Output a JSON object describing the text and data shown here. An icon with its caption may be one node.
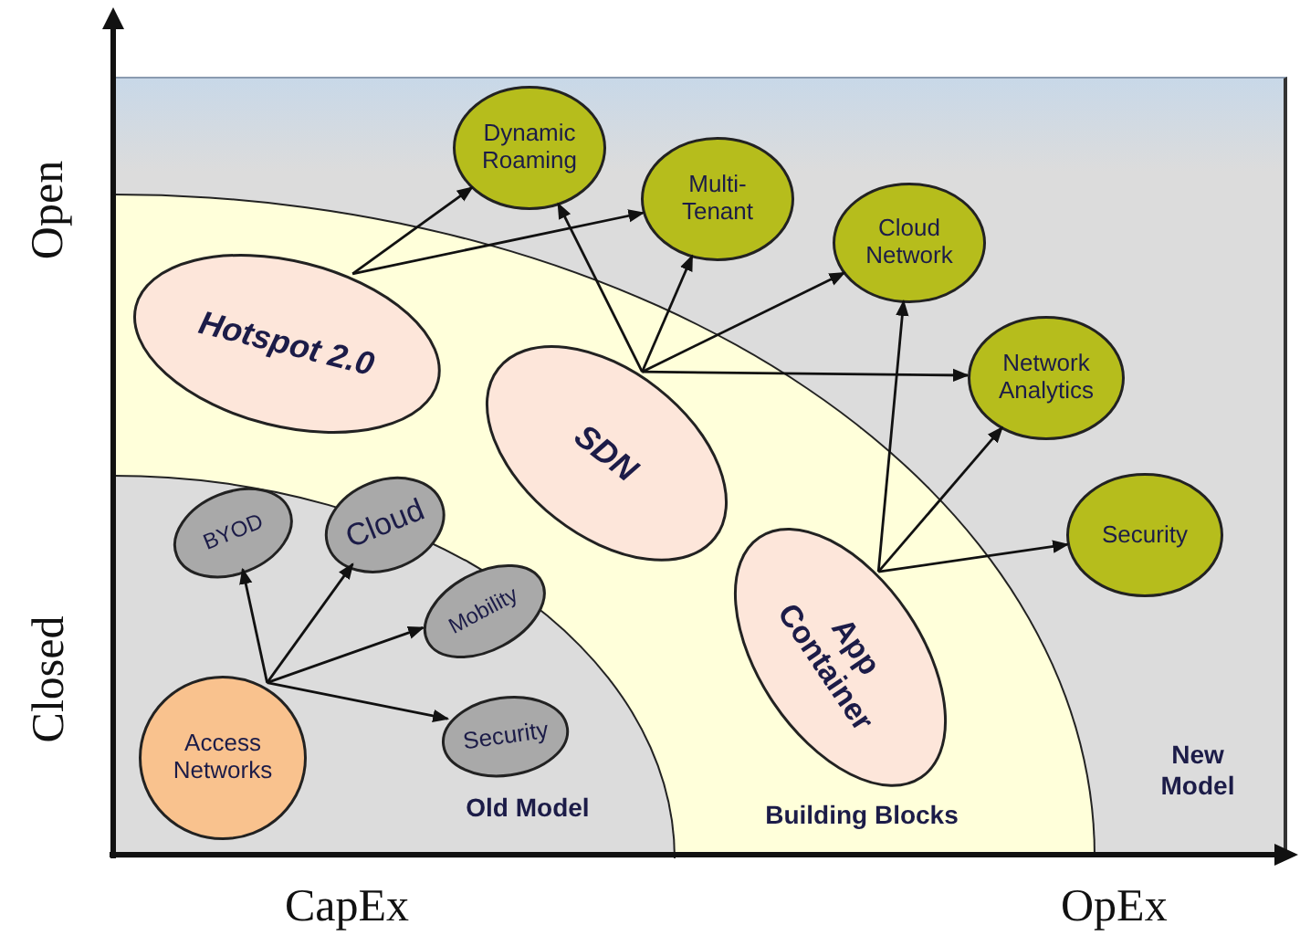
{
  "diagram": {
    "nodes": [
      {
        "text": [
          "New Model"
        ]
      },
      {
        "text": [
          "Building Blocks"
        ],
        "in": 0
      },
      {
        "text": [
          "Old Model"
        ],
        "in": 1
      },
      {
        "text": [
          "Dynamic Roaming"
        ],
        "in": 0
      },
      {
        "text": [
          "Multi-Tenant"
        ],
        "in": 0
      },
      {
        "text": [
          "Hotspot 2.0"
        ],
        "in": 1
      },
      {
        "text": [
          "Cloud Network"
        ],
        "in": 0
      },
      {
        "text": [
          "SDN"
        ],
        "in": 1
      },
      {
        "text": [
          "Network Analytics"
        ],
        "in": 0
      },
      {
        "text": [
          "Security"
        ],
        "in": 0
      },
      {
        "text": [
          "BYOD"
        ],
        "in": 2
      },
      {
        "text": [
          "Cloud"
        ],
        "in": 2
      },
      {
        "text": [
          "Mobility"
        ],
        "in": 2
      },
      {
        "text": [
          "App Container"
        ],
        "in": 1
      },
      {
        "text": [
          "Security"
        ],
        "in": 2
      },
      {
        "text": [
          "Access Networks"
        ],
        "in": 2
      }
    ],
    "edges": [
      {
        "from": 5,
        "to": 3,
        "arrow": "to"
      },
      {
        "from": 5,
        "to": 4,
        "arrow": "to"
      },
      {
        "from": 7,
        "to": 3,
        "arrow": "to"
      },
      {
        "from": 7,
        "to": 4,
        "arrow": "to"
      },
      {
        "from": 7,
        "to": 6,
        "arrow": "to"
      },
      {
        "from": 7,
        "to": 8,
        "arrow": "to"
      },
      {
        "from": 13,
        "to": 6,
        "arrow": "to"
      },
      {
        "from": 13,
        "to": 8,
        "arrow": "to"
      },
      {
        "from": 13,
        "to": 9,
        "arrow": "to"
      },
      {
        "from": 15,
        "to": 10,
        "arrow": "to"
      },
      {
        "from": 15,
        "to": 11,
        "arrow": "to"
      },
      {
        "from": 15,
        "to": 12,
        "arrow": "to"
      },
      {
        "from": 15,
        "to": 14,
        "arrow": "to"
      }
    ],
    "labels": [
      "Open",
      "Closed",
      "CapEx",
      "OpEx"
    ]
  }
}
